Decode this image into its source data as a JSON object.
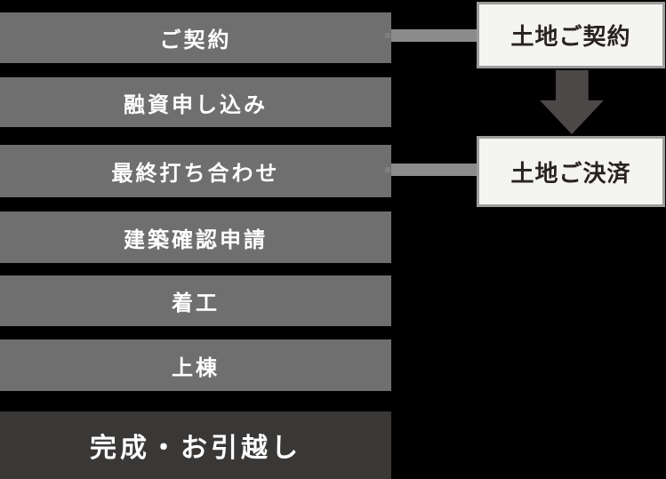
{
  "diagram": {
    "description": "Home building process flow with land purchase sub-flow",
    "steps": [
      {
        "label": "ご契約"
      },
      {
        "label": "融資申し込み"
      },
      {
        "label": "最終打ち合わせ"
      },
      {
        "label": "建築確認申請"
      },
      {
        "label": "着工"
      },
      {
        "label": "上棟"
      },
      {
        "label": "完成・お引越し"
      }
    ],
    "land_flow": {
      "contract_box": {
        "label": "土地ご契約"
      },
      "settlement_box": {
        "label": "土地ご決済"
      },
      "arrow": "down-arrow"
    },
    "connections": [
      {
        "from": "ご契約",
        "to": "土地ご契約"
      },
      {
        "from": "最終打ち合わせ",
        "to": "土地ご決済"
      }
    ],
    "colors": {
      "background": "#000000",
      "step_bar": "#6f6f6f",
      "final_step_bar": "#3a3836",
      "step_text": "#ffffff",
      "connector_line": "#8c8c8c",
      "box_background": "#f4f4f1",
      "box_border": "#9d9d9d",
      "box_text": "#292320",
      "arrow": "#4b4847"
    }
  }
}
